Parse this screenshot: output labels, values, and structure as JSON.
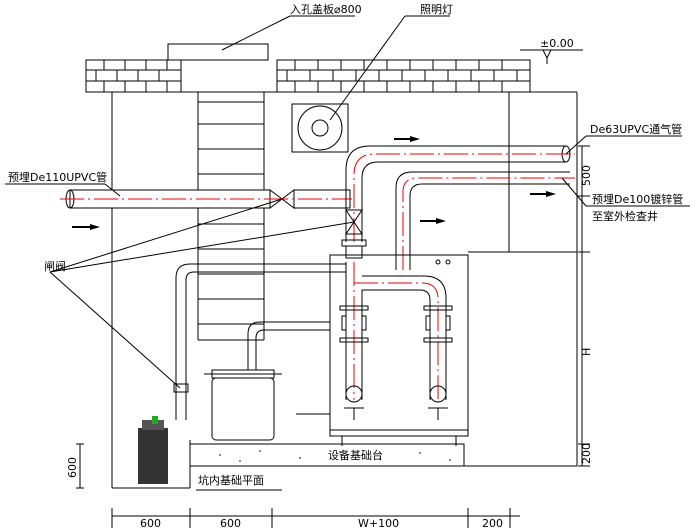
{
  "labels": {
    "manhole_cover": "入孔盖板⌀800",
    "lighting": "照明灯",
    "ground_level": "±0.00",
    "vent_pipe": "De63UPVC通气管",
    "dim_500": "500",
    "embedded_upvc": "预埋De110UPVC管",
    "embedded_galv": "预埋De100镀锌管",
    "to_outdoor": "至室外检查井",
    "gate_valve": "闸阀",
    "height_h": "H",
    "equipment_base": "设备基础台",
    "pit_floor": "坑内基础平面",
    "dim_600_v": "600",
    "dim_200_v": "200"
  },
  "bottom_dims": [
    "600",
    "600",
    "W+100",
    "200"
  ]
}
